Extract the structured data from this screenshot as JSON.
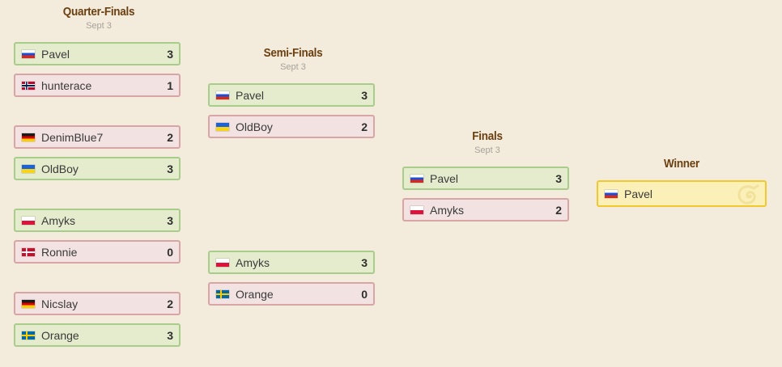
{
  "rounds": {
    "quarter": {
      "title": "Quarter-Finals",
      "date": "Sept 3"
    },
    "semi": {
      "title": "Semi-Finals",
      "date": "Sept 3"
    },
    "finals": {
      "title": "Finals",
      "date": "Sept 3"
    },
    "winner": {
      "title": "Winner"
    }
  },
  "quarter_matches": [
    {
      "a": {
        "name": "Pavel",
        "flag": "ru",
        "score": "3"
      },
      "b": {
        "name": "hunterace",
        "flag": "no",
        "score": "1"
      }
    },
    {
      "a": {
        "name": "DenimBlue7",
        "flag": "de",
        "score": "2"
      },
      "b": {
        "name": "OldBoy",
        "flag": "ua",
        "score": "3"
      }
    },
    {
      "a": {
        "name": "Amyks",
        "flag": "pl",
        "score": "3"
      },
      "b": {
        "name": "Ronnie",
        "flag": "dk",
        "score": "0"
      }
    },
    {
      "a": {
        "name": "Nicslay",
        "flag": "de",
        "score": "2"
      },
      "b": {
        "name": "Orange",
        "flag": "se",
        "score": "3"
      }
    }
  ],
  "semi_matches": [
    {
      "a": {
        "name": "Pavel",
        "flag": "ru",
        "score": "3"
      },
      "b": {
        "name": "OldBoy",
        "flag": "ua",
        "score": "2"
      }
    },
    {
      "a": {
        "name": "Amyks",
        "flag": "pl",
        "score": "3"
      },
      "b": {
        "name": "Orange",
        "flag": "se",
        "score": "0"
      }
    }
  ],
  "final_match": {
    "a": {
      "name": "Pavel",
      "flag": "ru",
      "score": "3"
    },
    "b": {
      "name": "Amyks",
      "flag": "pl",
      "score": "2"
    }
  },
  "champion": {
    "name": "Pavel",
    "flag": "ru",
    "icon": "hearthstone-swirl-icon"
  },
  "colors": {
    "win_bg": "#e4eccd",
    "win_border": "#a8cc8a",
    "lose_bg": "#f2e2e2",
    "lose_border": "#d8a5a5",
    "champ_bg": "#fbf0b8",
    "champ_border": "#f2c82e",
    "heading": "#6b3f10"
  }
}
